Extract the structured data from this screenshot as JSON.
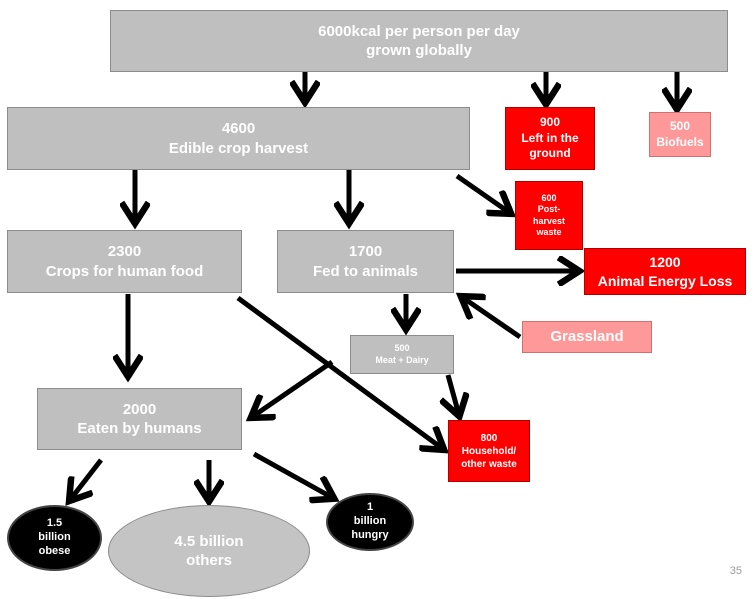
{
  "nodes": {
    "total": {
      "line1": "6000kcal per person per day",
      "line2": "grown globally"
    },
    "left_in_ground": {
      "line1": "900",
      "line2": "Left in the",
      "line3": "ground"
    },
    "biofuels": {
      "line1": "500",
      "line2": "Biofuels"
    },
    "edible": {
      "line1": "4600",
      "line2": "Edible crop harvest"
    },
    "post_harvest": {
      "line1": "600",
      "line2": "Post-",
      "line3": "harvest",
      "line4": "waste"
    },
    "crops_human": {
      "line1": "2300",
      "line2": "Crops for human food"
    },
    "fed_animals": {
      "line1": "1700",
      "line2": "Fed to animals"
    },
    "animal_loss": {
      "line1": "1200",
      "line2": "Animal Energy  Loss"
    },
    "grassland": {
      "line1": "Grassland"
    },
    "meat_dairy": {
      "line1": "500",
      "line2": "Meat + Dairy"
    },
    "household": {
      "line1": "800",
      "line2": "Household/",
      "line3": "other waste"
    },
    "eaten": {
      "line1": "2000",
      "line2": "Eaten by humans"
    },
    "obese": {
      "line1": "1.5",
      "line2": "billion",
      "line3": "obese"
    },
    "others": {
      "line1": "4.5 billion",
      "line2": "others"
    },
    "hungry": {
      "line1": "1",
      "line2": "billion",
      "line3": "hungry"
    }
  },
  "page_number": "35",
  "colors": {
    "gray": "#bfbfbf",
    "red": "#ff0000",
    "pink": "#ff9999",
    "black": "#000000"
  }
}
